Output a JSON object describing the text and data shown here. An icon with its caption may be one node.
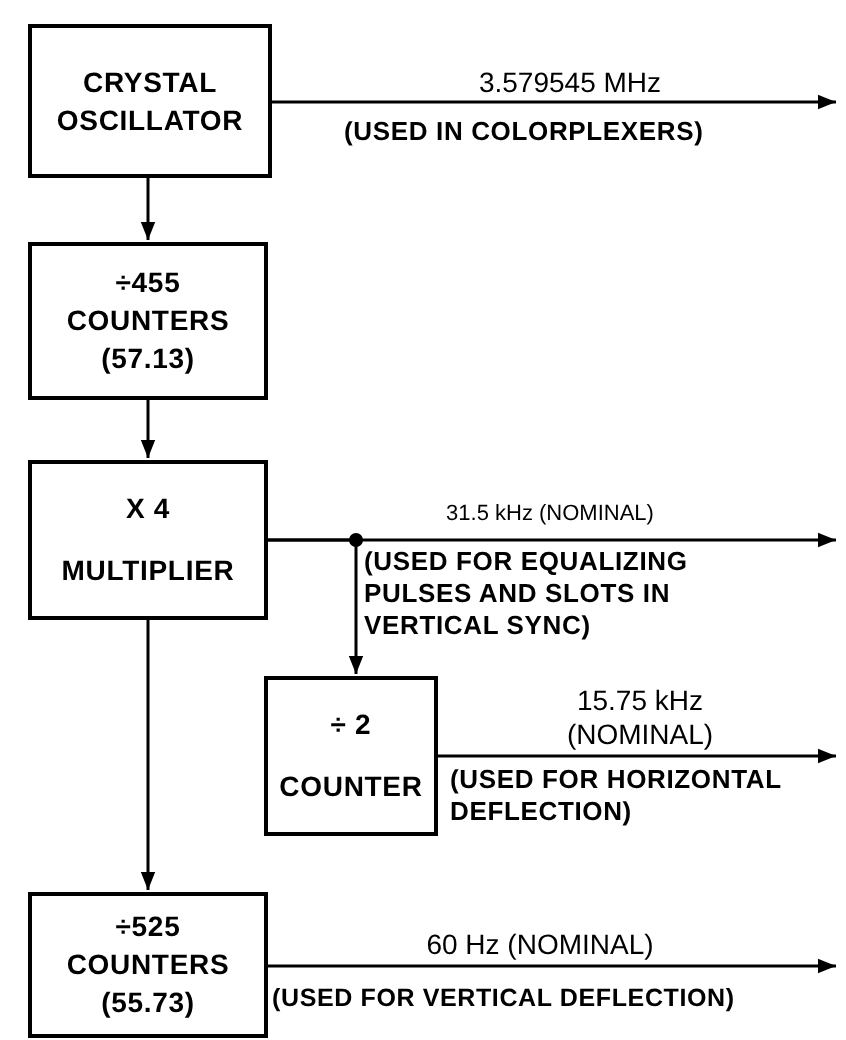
{
  "diagram": {
    "nodes": [
      {
        "text": [
          "CRYSTAL OSCILLATOR"
        ]
      },
      {
        "text": [
          "÷455 COUNTERS (57.13)"
        ]
      },
      {
        "text": [
          "X 4",
          "MULTIPLIER"
        ]
      },
      {
        "text": [
          "÷ 2",
          "COUNTER"
        ]
      },
      {
        "text": [
          "÷525 COUNTERS (55.73)"
        ]
      }
    ],
    "edges": [
      {
        "from": 0,
        "to": 1,
        "arrow": "to"
      },
      {
        "from": 1,
        "to": 2,
        "arrow": "to"
      },
      {
        "from": 2,
        "to": 4,
        "arrow": "to"
      },
      {
        "from": 2,
        "to": 3,
        "arrow": "to"
      },
      {
        "from": 0,
        "to": null,
        "arrow": "to",
        "label": "3.579545 MHz"
      },
      {
        "from": 2,
        "to": null,
        "arrow": "to",
        "label": "31.5 kHz (NOMINAL)"
      },
      {
        "from": 3,
        "to": null,
        "arrow": "to",
        "label": "15.75 kHz (NOMINAL)"
      },
      {
        "from": 4,
        "to": null,
        "arrow": "to",
        "label": "60 Hz (NOMINAL)"
      }
    ],
    "labels": [
      "(USED IN COLORPLEXERS)",
      "(USED FOR EQUALIZING PULSES AND SLOTS IN VERTICAL SYNC)",
      "(USED FOR HORIZONTAL DEFLECTION)",
      "(USED FOR VERTICAL DEFLECTION)"
    ]
  }
}
